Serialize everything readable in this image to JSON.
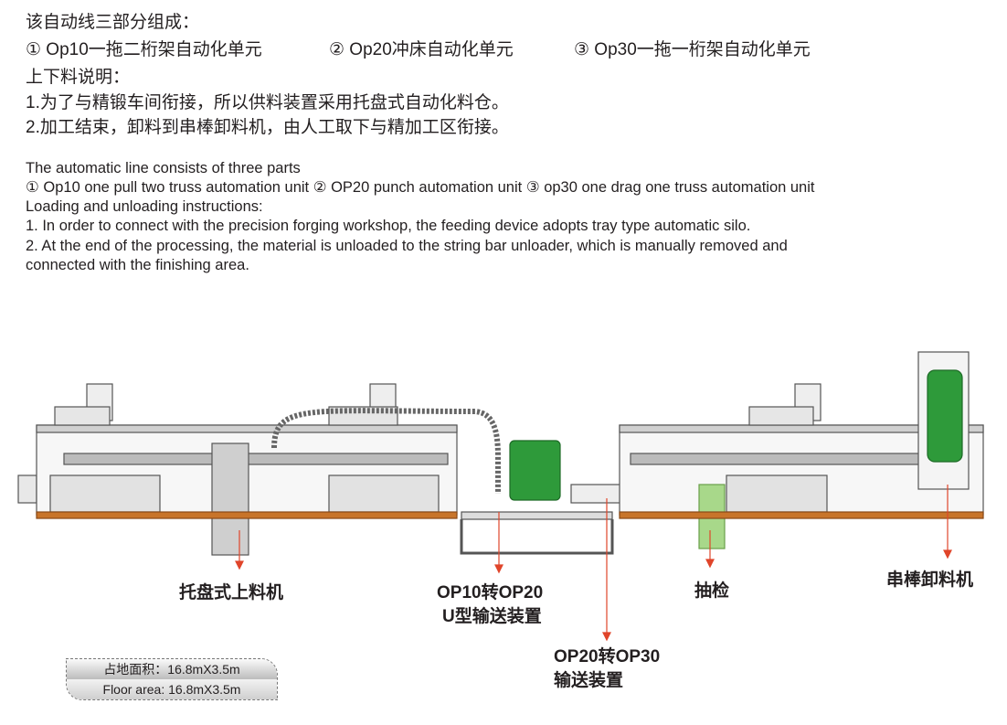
{
  "intro_cn": {
    "title": "该自动线三部分组成：",
    "parts": [
      "① Op10一拖二桁架自动化单元",
      "② Op20冲床自动化单元",
      "③ Op30一拖一桁架自动化单元"
    ],
    "subtitle": "上下料说明：",
    "notes": [
      "1.为了与精锻车间衔接，所以供料装置采用托盘式自动化料仓。",
      "2.加工结束，卸料到串棒卸料机，由人工取下与精加工区衔接。"
    ]
  },
  "intro_en": {
    "title": "The automatic line consists of three parts",
    "parts": "① Op10 one pull two truss automation unit  ② OP20 punch automation unit  ③ op30 one drag one truss automation unit",
    "subtitle": "Loading and unloading instructions:",
    "note1": "1. In order to connect with the precision forging workshop, the feeding device adopts tray type automatic silo.",
    "note2a": "2. At the end of the processing, the material is unloaded to the string bar unloader, which is manually removed and",
    "note2b": "connected with the finishing area."
  },
  "diagram_labels": {
    "tray_loader": "托盘式上料机",
    "op10_op20_l1": "OP10转OP20",
    "op10_op20_l2": "U型输送装置",
    "op20_op30_l1": "OP20转OP30",
    "op20_op30_l2": "输送装置",
    "inspection": "抽检",
    "bar_unloader": "串棒卸料机"
  },
  "floor_area": {
    "cn": "占地面积：16.8mX3.5m",
    "en": "Floor area: 16.8mX3.5m"
  },
  "colors": {
    "frame": "#c8742a",
    "arrow": "#e0452a",
    "green": "#2e9a3a",
    "light_green": "#a8d88a"
  }
}
